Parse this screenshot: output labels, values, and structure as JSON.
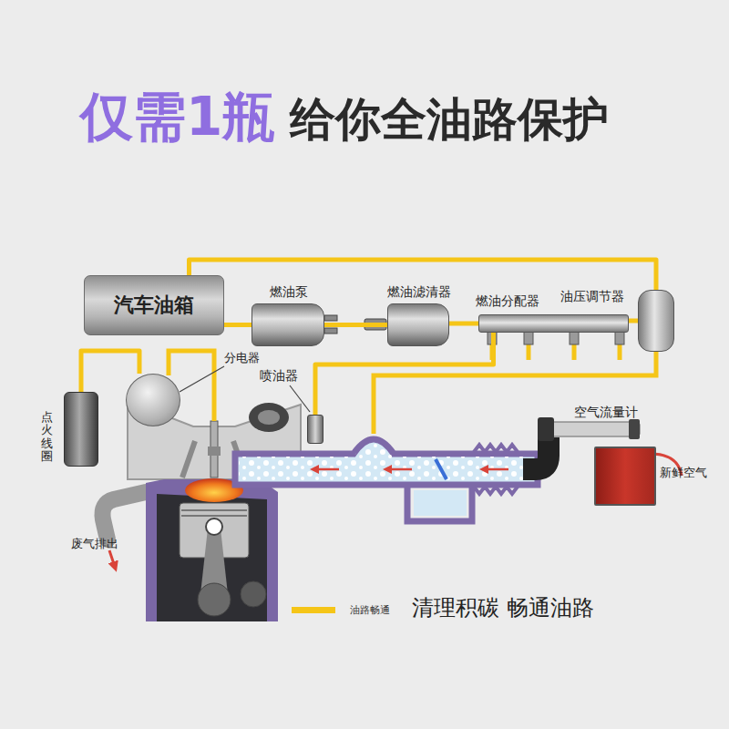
{
  "diagram": {
    "title": "仅需1瓶",
    "caption": "清理积碳 畅通油路",
    "nodes": [
      {
        "text": [
          "汽车油箱"
        ]
      },
      {
        "text": [
          "燃油泵"
        ]
      },
      {
        "text": [
          "燃油滤清器"
        ]
      },
      {
        "text": [
          "燃油分配器"
        ]
      },
      {
        "text": [
          "油压调节器"
        ]
      },
      {
        "text": [
          "分电器"
        ]
      },
      {
        "text": [
          "喷油器"
        ]
      },
      {
        "text": [
          "点火线圈"
        ]
      },
      {
        "text": [
          "空气流量计"
        ]
      }
    ],
    "edges": [
      {
        "from": 0,
        "to": 1,
        "arrow": "none"
      },
      {
        "from": 1,
        "to": 2,
        "arrow": "none"
      },
      {
        "from": 2,
        "to": 3,
        "arrow": "none"
      },
      {
        "from": 3,
        "to": 4,
        "arrow": "none"
      },
      {
        "from": 0,
        "to": 4,
        "arrow": "none"
      },
      {
        "from": 7,
        "to": 5,
        "arrow": "none"
      },
      {
        "from": 3,
        "to": 6,
        "arrow": "none"
      }
    ],
    "labels": [
      "给你全油路保护",
      "新鲜空气",
      "废气排出"
    ],
    "legend": [
      {
        "text": "油路畅通",
        "color": "#f5c518"
      }
    ]
  }
}
